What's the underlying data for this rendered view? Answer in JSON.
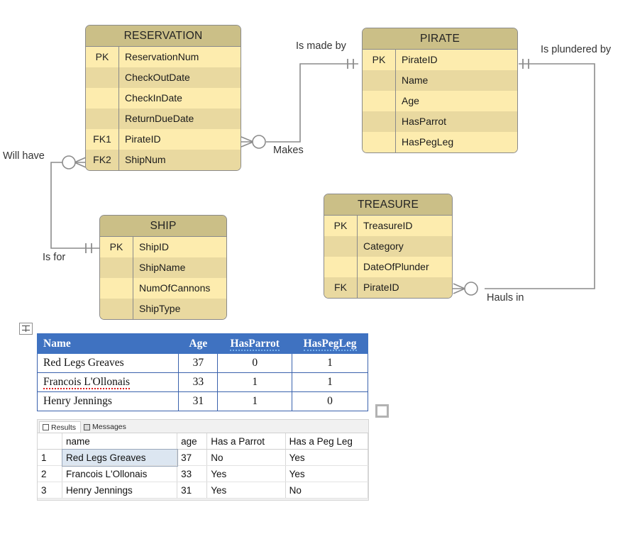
{
  "diagram": {
    "type": "entity-relationship-diagram",
    "colors": {
      "entity_header": "#cbbf87",
      "entity_row_light": "#fdecae",
      "entity_row_alt": "#e9d9a0",
      "entity_border": "#8a8a8a",
      "connector": "#8c8c8c",
      "word_table_header": "#3f72c1",
      "word_table_border": "#3a62ad"
    },
    "entities": [
      {
        "name": "RESERVATION",
        "rows": [
          {
            "key": "PK",
            "attr": "ReservationNum"
          },
          {
            "key": "",
            "attr": "CheckOutDate"
          },
          {
            "key": "",
            "attr": "CheckInDate"
          },
          {
            "key": "",
            "attr": "ReturnDueDate"
          },
          {
            "key": "FK1",
            "attr": "PirateID"
          },
          {
            "key": "FK2",
            "attr": "ShipNum"
          }
        ]
      },
      {
        "name": "PIRATE",
        "rows": [
          {
            "key": "PK",
            "attr": "PirateID"
          },
          {
            "key": "",
            "attr": "Name"
          },
          {
            "key": "",
            "attr": "Age"
          },
          {
            "key": "",
            "attr": "HasParrot"
          },
          {
            "key": "",
            "attr": "HasPegLeg"
          }
        ]
      },
      {
        "name": "SHIP",
        "rows": [
          {
            "key": "PK",
            "attr": "ShipID"
          },
          {
            "key": "",
            "attr": "ShipName"
          },
          {
            "key": "",
            "attr": "NumOfCannons"
          },
          {
            "key": "",
            "attr": "ShipType"
          }
        ]
      },
      {
        "name": "TREASURE",
        "rows": [
          {
            "key": "PK",
            "attr": "TreasureID"
          },
          {
            "key": "",
            "attr": "Category"
          },
          {
            "key": "",
            "attr": "DateOfPlunder"
          },
          {
            "key": "FK",
            "attr": "PirateID"
          }
        ]
      }
    ],
    "relationships": [
      {
        "label": "Is made by",
        "from": "RESERVATION",
        "to": "PIRATE"
      },
      {
        "label": "Makes",
        "from": "PIRATE",
        "to": "RESERVATION"
      },
      {
        "label": "Is plundered by",
        "from": "PIRATE",
        "to": "TREASURE"
      },
      {
        "label": "Hauls in",
        "from": "TREASURE",
        "to": "PIRATE"
      },
      {
        "label": "Will have",
        "from": "SHIP",
        "to": "RESERVATION"
      },
      {
        "label": "Is for",
        "from": "RESERVATION",
        "to": "SHIP"
      }
    ]
  },
  "word_table": {
    "columns": [
      "Name",
      "Age",
      "HasParrot",
      "HasPegLeg"
    ],
    "rows": [
      {
        "Name": "Red Legs Greaves",
        "Age": "37",
        "HasParrot": "0",
        "HasPegLeg": "1"
      },
      {
        "Name": "Francois L'Ollonais",
        "Age": "33",
        "HasParrot": "1",
        "HasPegLeg": "1"
      },
      {
        "Name": "Henry Jennings",
        "Age": "31",
        "HasParrot": "1",
        "HasPegLeg": "0"
      }
    ]
  },
  "results_pane": {
    "tabs": [
      {
        "label": "Results",
        "icon": "grid-icon",
        "active": true
      },
      {
        "label": "Messages",
        "icon": "messages-icon",
        "active": false
      }
    ],
    "columns": [
      "",
      "name",
      "age",
      "Has a Parrot",
      "Has a Peg Leg"
    ],
    "rows": [
      {
        "n": "1",
        "name": "Red Legs Greaves",
        "age": "37",
        "parrot": "No",
        "pegleg": "Yes"
      },
      {
        "n": "2",
        "name": "Francois L'Ollonais",
        "age": "33",
        "parrot": "Yes",
        "pegleg": "Yes"
      },
      {
        "n": "3",
        "name": "Henry Jennings",
        "age": "31",
        "parrot": "Yes",
        "pegleg": "No"
      }
    ],
    "selected_cell": "Red Legs Greaves"
  }
}
